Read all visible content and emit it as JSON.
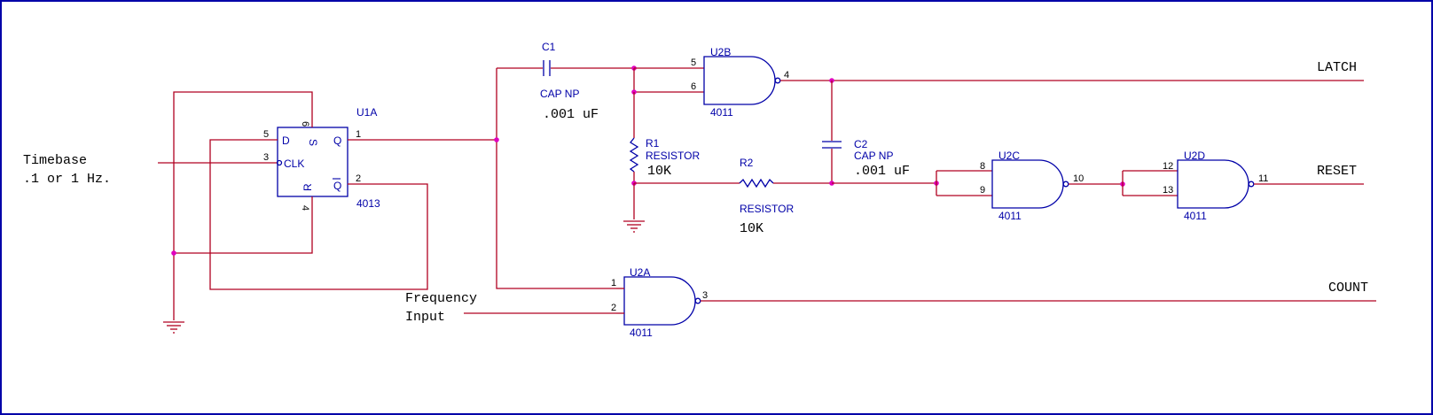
{
  "inputs": {
    "timebase_line1": "Timebase",
    "timebase_line2": ".1 or 1 Hz.",
    "freq_line1": "Frequency",
    "freq_line2": "Input"
  },
  "outputs": {
    "latch": "LATCH",
    "reset": "RESET",
    "count": "COUNT"
  },
  "u1a": {
    "ref": "U1A",
    "part": "4013",
    "pin_d": "D",
    "pin_s": "S",
    "pin_q": "Q",
    "pin_clk": "CLK",
    "pin_r": "R",
    "pin_qbar": "Q",
    "pins": {
      "d": "5",
      "clk": "3",
      "s": "6",
      "r": "4",
      "q": "1",
      "qbar": "2"
    }
  },
  "u2a": {
    "ref": "U2A",
    "part": "4011",
    "pins": {
      "in1": "1",
      "in2": "2",
      "out": "3"
    }
  },
  "u2b": {
    "ref": "U2B",
    "part": "4011",
    "pins": {
      "in1": "5",
      "in2": "6",
      "out": "4"
    }
  },
  "u2c": {
    "ref": "U2C",
    "part": "4011",
    "pins": {
      "in1": "8",
      "in2": "9",
      "out": "10"
    }
  },
  "u2d": {
    "ref": "U2D",
    "part": "4011",
    "pins": {
      "in1": "12",
      "in2": "13",
      "out": "11"
    }
  },
  "c1": {
    "ref": "C1",
    "type": "CAP NP",
    "value": ".001 uF"
  },
  "c2": {
    "ref": "C2",
    "type": "CAP NP",
    "value": ".001 uF"
  },
  "r1": {
    "ref": "R1",
    "type": "RESISTOR",
    "value": "10K"
  },
  "r2": {
    "ref": "R2",
    "type": "RESISTOR",
    "value": "10K"
  },
  "colors": {
    "wire": "#b00020",
    "body": "#0000a8",
    "junction": "#e000c0",
    "frame": "#0000a8"
  }
}
